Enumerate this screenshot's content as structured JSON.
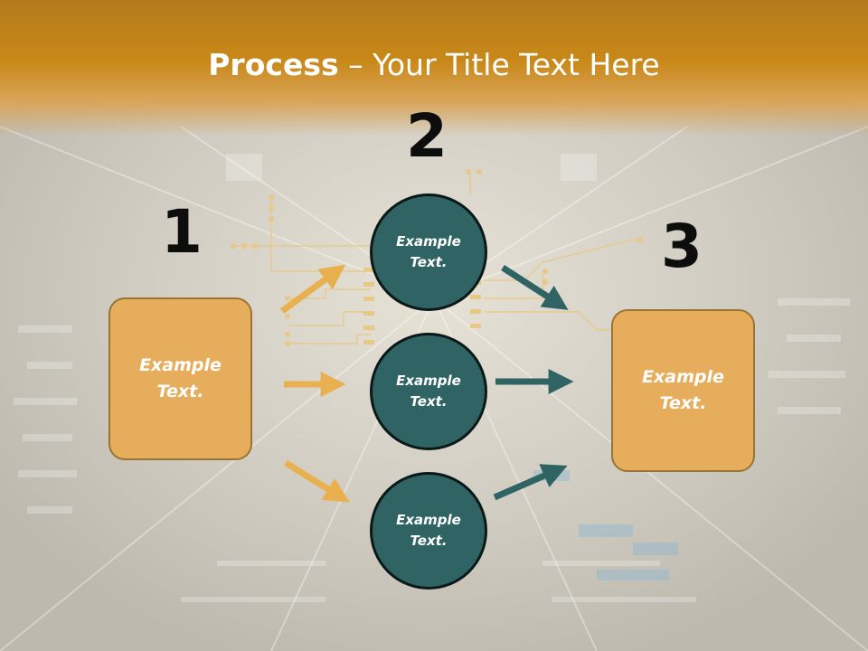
{
  "title": {
    "bold": "Process",
    "rest": " – Your Title Text Here"
  },
  "numbers": {
    "one": "1",
    "two": "2",
    "three": "3"
  },
  "left_box": {
    "line1": "Example",
    "line2": "Text."
  },
  "right_box": {
    "line1": "Example",
    "line2": "Text."
  },
  "circles": [
    {
      "line1": "Example",
      "line2": "Text."
    },
    {
      "line1": "Example",
      "line2": "Text."
    },
    {
      "line1": "Example",
      "line2": "Text."
    }
  ],
  "colors": {
    "header": "#c98818",
    "box_fill": "#e6ae5c",
    "circle_fill": "#2f6364",
    "arrow_orange": "#e8b04f",
    "arrow_teal": "#2f6364"
  }
}
